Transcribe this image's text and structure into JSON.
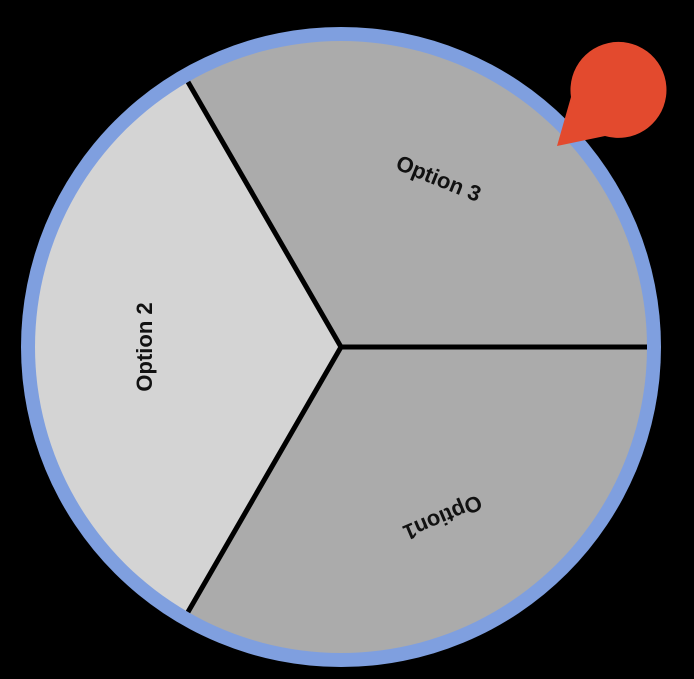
{
  "wheel": {
    "segments": [
      {
        "label": "Option1",
        "color": "#ababab"
      },
      {
        "label": "Option 2",
        "color": "#d4d4d4"
      },
      {
        "label": "Option 3",
        "color": "#ababab"
      }
    ],
    "rim_color": "#7f9fdf",
    "divider_color": "#000000",
    "pointer_color": "#e34a2e"
  }
}
